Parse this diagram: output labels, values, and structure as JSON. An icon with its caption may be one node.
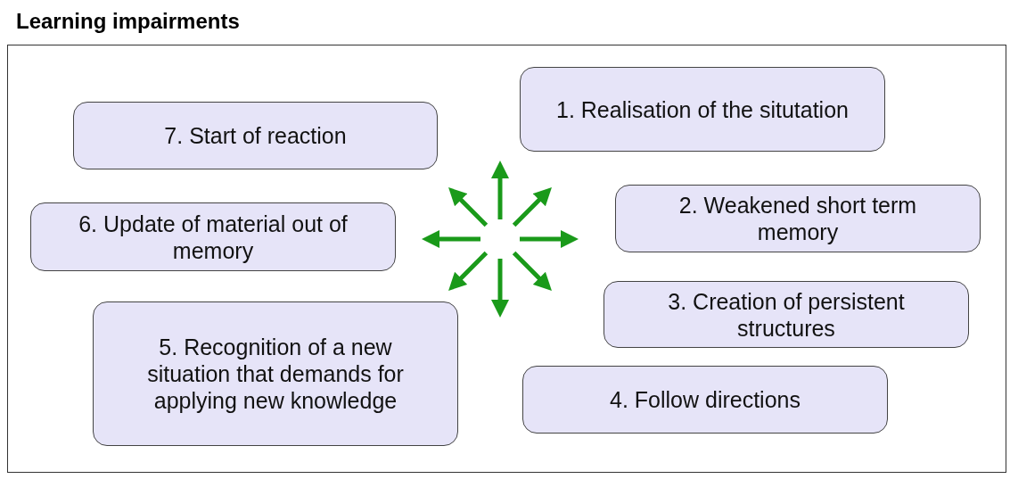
{
  "diagram": {
    "title": "Learning impairments",
    "nodes": [
      {
        "text": [
          "1. Realisation of the situtation"
        ]
      },
      {
        "text": [
          "2. Weakened short term memory"
        ]
      },
      {
        "text": [
          "3. Creation of persistent structures"
        ]
      },
      {
        "text": [
          "4. Follow directions"
        ]
      },
      {
        "text": [
          "5. Recognition of a new situation that demands for applying new knowledge"
        ]
      },
      {
        "text": [
          "6. Update of material out of memory"
        ]
      },
      {
        "text": [
          "7. Start of reaction"
        ]
      }
    ]
  }
}
